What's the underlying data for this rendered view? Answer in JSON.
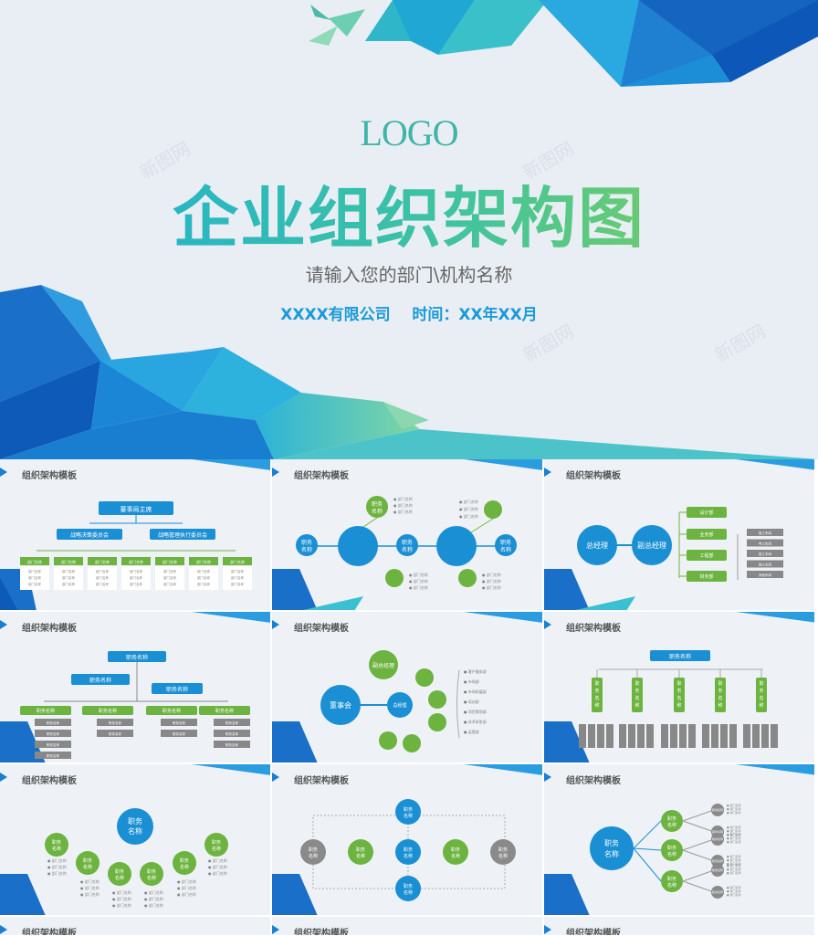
{
  "cover": {
    "logo": "LOGO",
    "title": "企业组织架构图",
    "subtitle": "请输入您的部门\\机构名称",
    "company_line": "XXXX有限公司    时间：XX年XX月",
    "watermark": "新图网"
  },
  "slides": [
    {
      "title": "组织架构模板",
      "top_box": "董事局主席",
      "mid_left": "战略决策委员会",
      "mid_right": "战略管理执行委员会",
      "dept": "部门名称",
      "sub": "部门名称"
    },
    {
      "title": "组织架构模板",
      "node": "职务名称",
      "small": "部门名称"
    },
    {
      "title": "组织架构模板",
      "left": "总经理",
      "right": "副总经理",
      "depts": [
        "设计部",
        "业务部",
        "工程部",
        "财务部"
      ],
      "subs": [
        "施工车间",
        "电工车间",
        "施工车间",
        "施工车间",
        "其他车间"
      ]
    },
    {
      "title": "组织架构模板",
      "node": "职务名称"
    },
    {
      "title": "组织架构模板",
      "center": "董事会",
      "inner": "总经理",
      "top": "副总经理",
      "list": [
        "客户服务部",
        "市场部",
        "市场拓展部",
        "培训部",
        "项目策划部",
        "技术研发部",
        "运营部"
      ]
    },
    {
      "title": "组织架构模板",
      "top": "职务名称",
      "col": "职务名称"
    },
    {
      "title": "组织架构模板",
      "node": "职务名称",
      "small": "部门名称"
    },
    {
      "title": "组织架构模板",
      "node": "职务名称"
    },
    {
      "title": "组织架构模板",
      "node": "职务名称",
      "small": "部门名称"
    }
  ],
  "bottom_row": [
    "组织架构模板",
    "组织架构模板",
    "组织架构模板"
  ],
  "colors": {
    "blue": "#1a8fd4",
    "green": "#6cb33f",
    "gray": "#8a8a8a",
    "dark_blue": "#1565c0"
  }
}
